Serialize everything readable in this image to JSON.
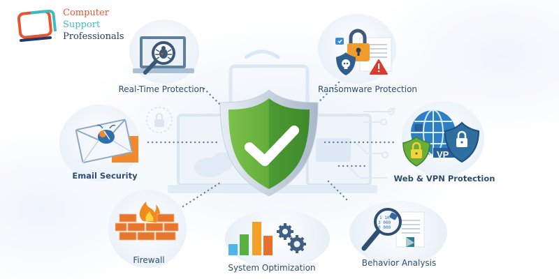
{
  "logo": {
    "line1": "Computer",
    "line2": "Support",
    "line3": "Professionals",
    "colors": {
      "line1": "#e8542e",
      "line2": "#3dbcc2",
      "line3": "#1f3a64"
    }
  },
  "center": {
    "icon": "shield-check-icon",
    "colors": {
      "shield": "#5aa83a",
      "rim": "#b9c6d4",
      "check": "#ffffff"
    }
  },
  "features": [
    {
      "id": "real-time-protection",
      "label": "Real-Time Protection",
      "icon": "laptop-magnifier-bug-icon"
    },
    {
      "id": "ransomware-protection",
      "label": "Ransomware Protection",
      "icon": "padlock-warning-icon"
    },
    {
      "id": "email-security",
      "label": "Email Security",
      "icon": "envelope-bug-icon"
    },
    {
      "id": "web-vpn-protection",
      "label": "Web & VPN Protection",
      "icon": "globe-vpn-shield-icon",
      "vpn_text": "VP"
    },
    {
      "id": "firewall",
      "label": "Firewall",
      "icon": "brick-wall-fire-icon"
    },
    {
      "id": "system-optimization",
      "label": "System Optimization",
      "icon": "bar-chart-gears-icon"
    },
    {
      "id": "behavior-analysis",
      "label": "Behavior Analysis",
      "icon": "magnifier-binary-icon",
      "binary_lines": [
        "1 10",
        "3 000",
        "0 000"
      ]
    }
  ],
  "label_color": "#2e4d6e"
}
